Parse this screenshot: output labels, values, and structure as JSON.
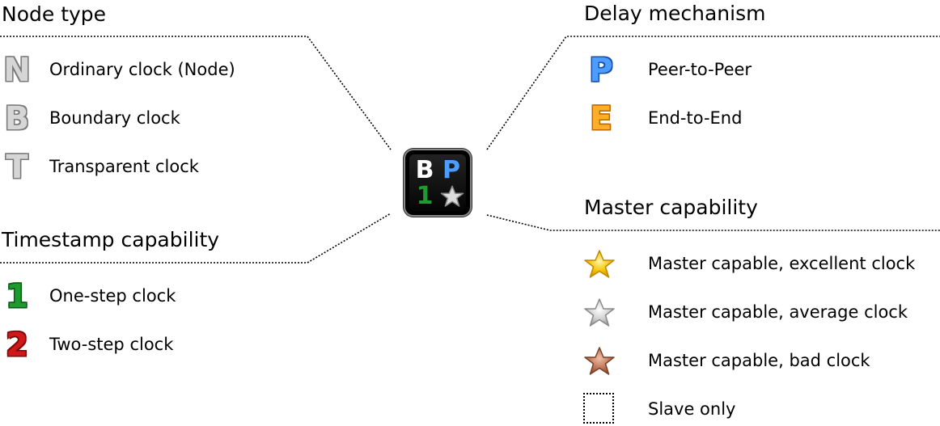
{
  "node_type": {
    "title": "Node type",
    "items": [
      {
        "glyph": "N",
        "label": "Ordinary clock (Node)"
      },
      {
        "glyph": "B",
        "label": "Boundary clock"
      },
      {
        "glyph": "T",
        "label": "Transparent clock"
      }
    ]
  },
  "timestamp_capability": {
    "title": "Timestamp capability",
    "items": [
      {
        "glyph": "1",
        "label": "One-step clock"
      },
      {
        "glyph": "2",
        "label": "Two-step clock"
      }
    ]
  },
  "delay_mechanism": {
    "title": "Delay mechanism",
    "items": [
      {
        "glyph": "P",
        "label": "Peer-to-Peer"
      },
      {
        "glyph": "E",
        "label": "End-to-End"
      }
    ]
  },
  "master_capability": {
    "title": "Master capability",
    "items": [
      {
        "icon": "gold-star-icon",
        "label": "Master capable, excellent clock"
      },
      {
        "icon": "silver-star-icon",
        "label": "Master capable, average clock"
      },
      {
        "icon": "bronze-star-icon",
        "label": "Master capable, bad clock"
      },
      {
        "icon": "empty-box-icon",
        "label": "Slave only"
      }
    ]
  },
  "center_icon": {
    "letters": [
      "B",
      "P",
      "1"
    ],
    "star": "silver-star-icon"
  },
  "colors": {
    "one_step": "#1e9a2e",
    "two_step": "#d01818",
    "peer_to_peer": "#4d9cff",
    "end_to_end": "#ffad2a",
    "gold_star": "#f5c400",
    "silver_star": "#c8c8c8",
    "bronze_star": "#b8684e"
  }
}
